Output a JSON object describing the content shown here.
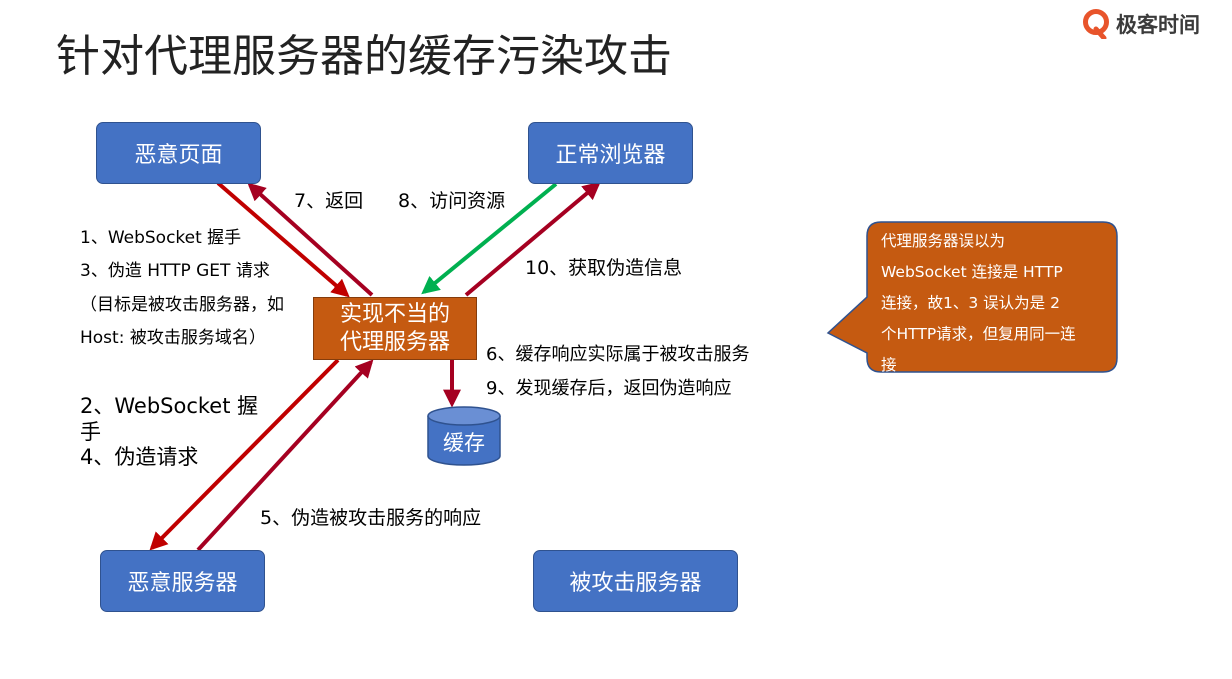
{
  "title": "针对代理服务器的缓存污染攻击",
  "logo": {
    "text": "极客时间",
    "icon": "geektime-logo-icon",
    "color": "#e8542b"
  },
  "nodes": {
    "malicious_page": "恶意页面",
    "normal_browser": "正常浏览器",
    "malicious_server": "恶意服务器",
    "attacked_server": "被攻击服务器",
    "proxy_line1": "实现不当的",
    "proxy_line2": "代理服务器",
    "cache": "缓存"
  },
  "steps": {
    "s1": "1、WebSocket 握手",
    "s3": "3、伪造 HTTP GET 请求",
    "s3_note1": "（目标是被攻击服务器，如",
    "s3_note2": "Host: 被攻击服务域名）",
    "s2_line1": "2、WebSocket 握",
    "s2_line2": "手",
    "s4": "4、伪造请求",
    "s5": "5、伪造被攻击服务的响应",
    "s6": "6、缓存响应实际属于被攻击服务",
    "s7": "7、返回",
    "s8": "8、访问资源",
    "s9": "9、发现缓存后，返回伪造响应",
    "s10": "10、获取伪造信息"
  },
  "callout": {
    "lines": [
      "代理服务器误以为",
      "WebSocket 连接是 HTTP",
      "连接，故1、3 误认为是 2",
      "个HTTP请求，但复用同一连",
      "接"
    ]
  },
  "colors": {
    "node_blue": "#4472c4",
    "proxy_orange": "#c55a11",
    "arrow_red": "#c00000",
    "arrow_green": "#00b050",
    "arrow_dark_red": "#a50021"
  }
}
